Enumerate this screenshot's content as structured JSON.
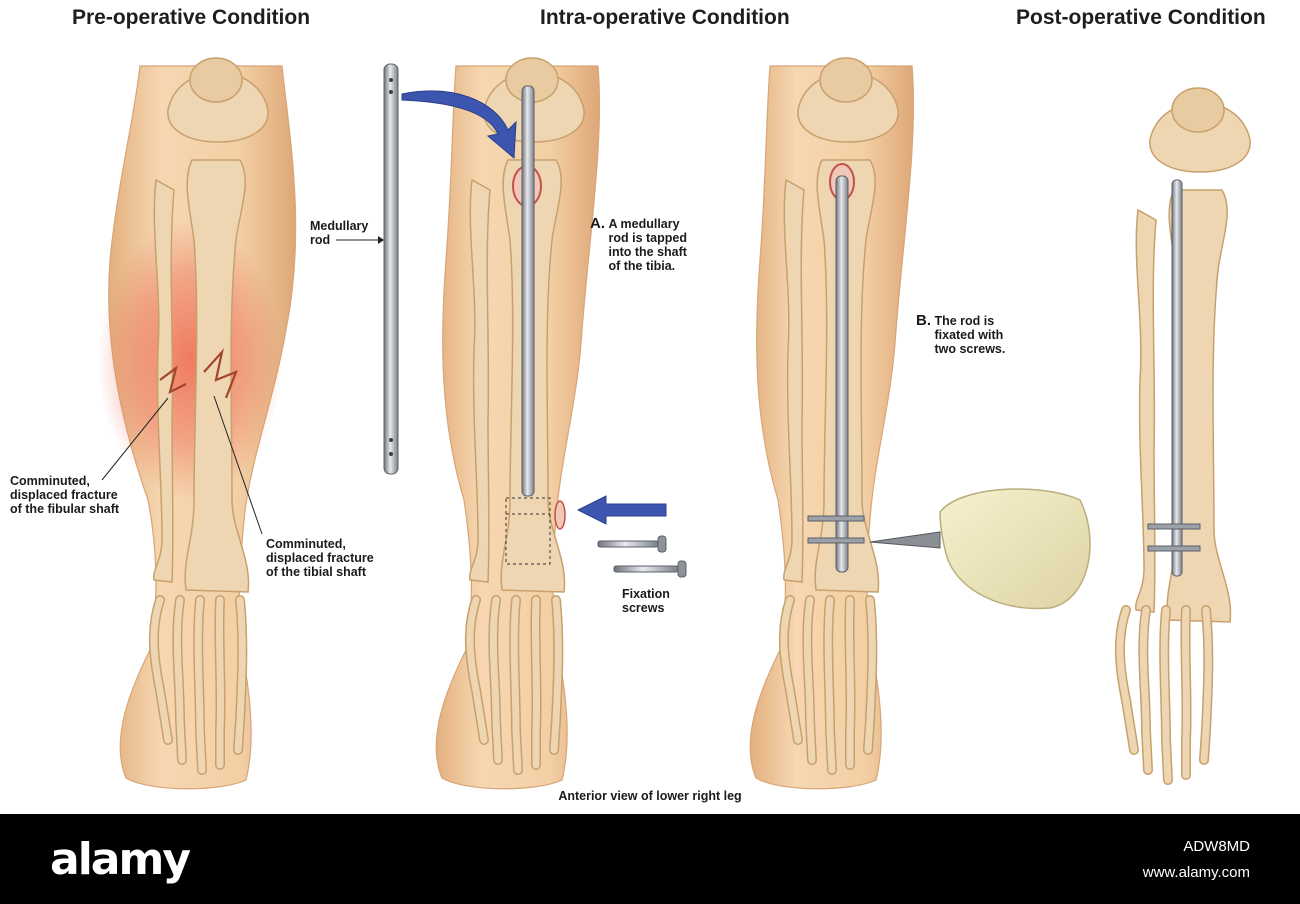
{
  "titles": {
    "pre": "Pre-operative Condition",
    "intra": "Intra-operative Condition",
    "post": "Post-operative Condition"
  },
  "labels": {
    "fibular_fracture": [
      "Comminuted,",
      "displaced fracture",
      "of the fibular shaft"
    ],
    "tibial_fracture": [
      "Comminuted,",
      "displaced fracture",
      "of the tibial shaft"
    ],
    "medullary_rod": [
      "Medullary",
      "rod"
    ],
    "fixation_screws": [
      "Fixation",
      "screws"
    ]
  },
  "steps": [
    {
      "letter": "A.",
      "lines": [
        "A medullary",
        "rod is tapped",
        "into the shaft",
        "of the tibia."
      ]
    },
    {
      "letter": "B.",
      "lines": [
        "The rod is",
        "fixated with",
        "two screws."
      ]
    }
  ],
  "caption": "Anterior view of lower right leg",
  "footer": {
    "brand": "alamy",
    "image_id": "ADW8MD",
    "url": "www.alamy.com"
  },
  "colors": {
    "skin": "#f3cfa5",
    "skin_shade": "#e3b07f",
    "bone": "#eed6b2",
    "bone_line": "#c8a06c",
    "rod": "#a9adb4",
    "arrow": "#3c56b0",
    "inflammation": "#ee6b55"
  }
}
